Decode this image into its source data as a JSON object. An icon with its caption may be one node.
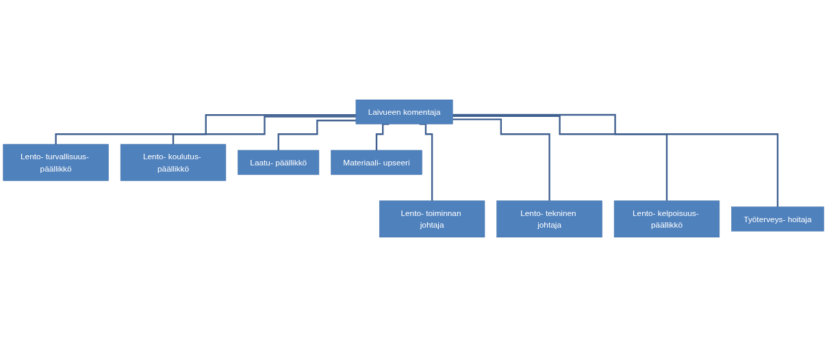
{
  "diagram": {
    "nodes": [
      {
        "text": [
          "Laivueen komentaja"
        ]
      },
      {
        "text": [
          "Lento- turvallisuus- päällikkö"
        ]
      },
      {
        "text": [
          "Lento- koulutus- päällikkö"
        ]
      },
      {
        "text": [
          "Laatu- päällikkö"
        ]
      },
      {
        "text": [
          "Materiaali- upseeri"
        ]
      },
      {
        "text": [
          "Lento- toiminnan johtaja"
        ]
      },
      {
        "text": [
          "Lento- tekninen johtaja"
        ]
      },
      {
        "text": [
          "Lento- kelpoisuus- päällikkö"
        ]
      },
      {
        "text": [
          "Työterveys- hoitaja"
        ]
      }
    ],
    "edges": [
      {
        "from": 0,
        "to": 1,
        "arrow": "none"
      },
      {
        "from": 0,
        "to": 2,
        "arrow": "none"
      },
      {
        "from": 0,
        "to": 3,
        "arrow": "none"
      },
      {
        "from": 0,
        "to": 4,
        "arrow": "none"
      },
      {
        "from": 0,
        "to": 5,
        "arrow": "none"
      },
      {
        "from": 0,
        "to": 6,
        "arrow": "none"
      },
      {
        "from": 0,
        "to": 7,
        "arrow": "none"
      },
      {
        "from": 0,
        "to": 8,
        "arrow": "none"
      }
    ]
  }
}
